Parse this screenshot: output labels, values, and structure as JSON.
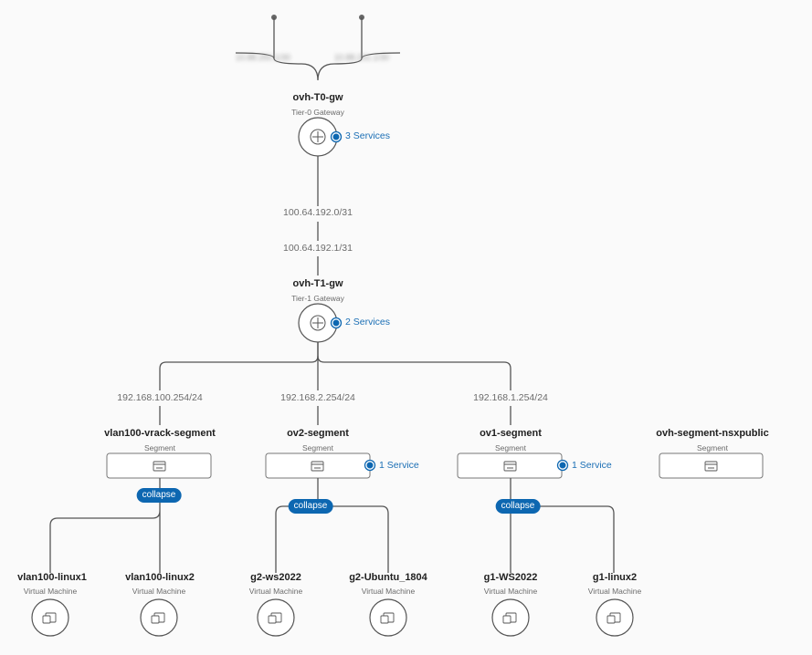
{
  "uplinks": [
    "10.88.250.1/30",
    "10.88.251.1/30"
  ],
  "t0": {
    "name": "ovh-T0-gw",
    "type": "Tier-0 Gateway",
    "services": "3 Services"
  },
  "link": {
    "upper": "100.64.192.0/31",
    "lower": "100.64.192.1/31"
  },
  "t1": {
    "name": "ovh-T1-gw",
    "type": "Tier-1 Gateway",
    "services": "2 Services"
  },
  "segments": [
    {
      "name": "vlan100-vrack-segment",
      "type": "Segment",
      "subnet": "192.168.100.254/24",
      "services": "",
      "collapse": "collapse"
    },
    {
      "name": "ov2-segment",
      "type": "Segment",
      "subnet": "192.168.2.254/24",
      "services": "1 Service",
      "collapse": "collapse"
    },
    {
      "name": "ov1-segment",
      "type": "Segment",
      "subnet": "192.168.1.254/24",
      "services": "1 Service",
      "collapse": "collapse"
    },
    {
      "name": "ovh-segment-nsxpublic",
      "type": "Segment",
      "subnet": "",
      "services": "",
      "collapse": ""
    }
  ],
  "vms": [
    {
      "name": "vlan100-linux1",
      "type": "Virtual Machine"
    },
    {
      "name": "vlan100-linux2",
      "type": "Virtual Machine"
    },
    {
      "name": "g2-ws2022",
      "type": "Virtual Machine"
    },
    {
      "name": "g2-Ubuntu_1804",
      "type": "Virtual Machine"
    },
    {
      "name": "g1-WS2022",
      "type": "Virtual Machine"
    },
    {
      "name": "g1-linux2",
      "type": "Virtual Machine"
    }
  ],
  "colors": {
    "accent": "#0d67b1",
    "line": "#555555",
    "text": "#1f1f1f",
    "muted": "#6b6b6b"
  },
  "icons": {
    "gateway": "router-icon",
    "segment": "segment-icon",
    "vm": "vm-icon"
  }
}
